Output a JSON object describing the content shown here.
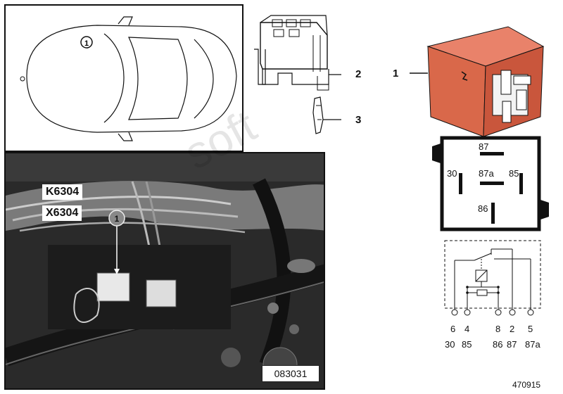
{
  "callouts": {
    "item1": "1",
    "item2": "2",
    "item3": "3",
    "car_marker": "1",
    "photo_marker": "1"
  },
  "photo": {
    "relay_label": "K6304",
    "connector_label": "X6304",
    "image_code": "083031"
  },
  "relay_pins": {
    "p87": "87",
    "p87a": "87a",
    "p30": "30",
    "p85": "85",
    "p86": "86"
  },
  "schematic": {
    "pin_numbers": [
      "6",
      "4",
      "8",
      "2",
      "5"
    ],
    "terminal_labels": [
      "30",
      "85",
      "86",
      "87",
      "87a"
    ]
  },
  "watermark": "soft",
  "part_number": "470915",
  "colors": {
    "relay_body": "#d9684a",
    "photo_dark": "#222222"
  }
}
